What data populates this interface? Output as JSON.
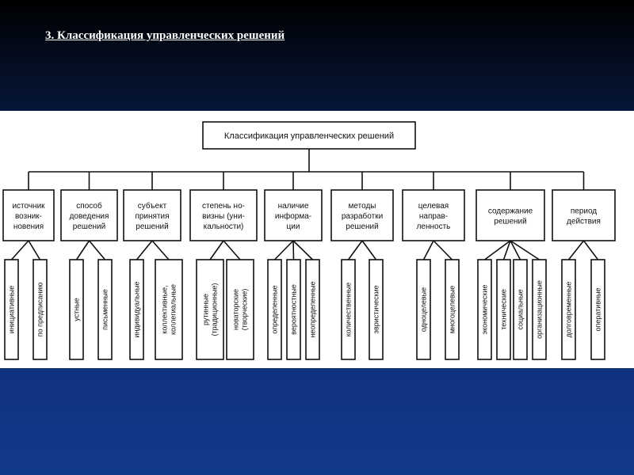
{
  "slide": {
    "title": "3. Классификация управленческих решений"
  },
  "diagram": {
    "root": "Классификация управленческих решений",
    "categories": [
      {
        "label": [
          "источник",
          "возник-",
          "новения"
        ],
        "leaves": [
          [
            "инициативные"
          ],
          [
            "по предписанию"
          ]
        ]
      },
      {
        "label": [
          "способ",
          "доведения",
          "решений"
        ],
        "leaves": [
          [
            "устные"
          ],
          [
            "письменные"
          ]
        ]
      },
      {
        "label": [
          "субъект",
          "принятия",
          "решений"
        ],
        "leaves": [
          [
            "индивидуальные"
          ],
          [
            "коллективные,",
            "коллегиальные"
          ]
        ]
      },
      {
        "label": [
          "степень но-",
          "визны (уни-",
          "кальности)"
        ],
        "leaves": [
          [
            "рутинные",
            "(традиционные)"
          ],
          [
            "новаторские",
            "(творческие)"
          ]
        ]
      },
      {
        "label": [
          "наличие",
          "информа-",
          "ции"
        ],
        "leaves": [
          [
            "определенные"
          ],
          [
            "вероятностные"
          ],
          [
            "неопределенные"
          ]
        ]
      },
      {
        "label": [
          "методы",
          "разработки",
          "решений"
        ],
        "leaves": [
          [
            "количественные"
          ],
          [
            "эвристические"
          ]
        ]
      },
      {
        "label": [
          "целевая",
          "направ-",
          "ленность"
        ],
        "leaves": [
          [
            "одноцелевые"
          ],
          [
            "многоцелевые"
          ]
        ]
      },
      {
        "label": [
          "содержание",
          "решений"
        ],
        "leaves": [
          [
            "экономические"
          ],
          [
            "технические"
          ],
          [
            "социальные"
          ],
          [
            "организационные"
          ]
        ]
      },
      {
        "label": [
          "период",
          "действия"
        ],
        "leaves": [
          [
            "долговременные"
          ],
          [
            "оперативные"
          ]
        ]
      }
    ]
  },
  "colors": {
    "slide_background": "#0c2a6e",
    "title_text": "#ffffff",
    "panel_background": "#ffffff",
    "ink": "#111111"
  }
}
